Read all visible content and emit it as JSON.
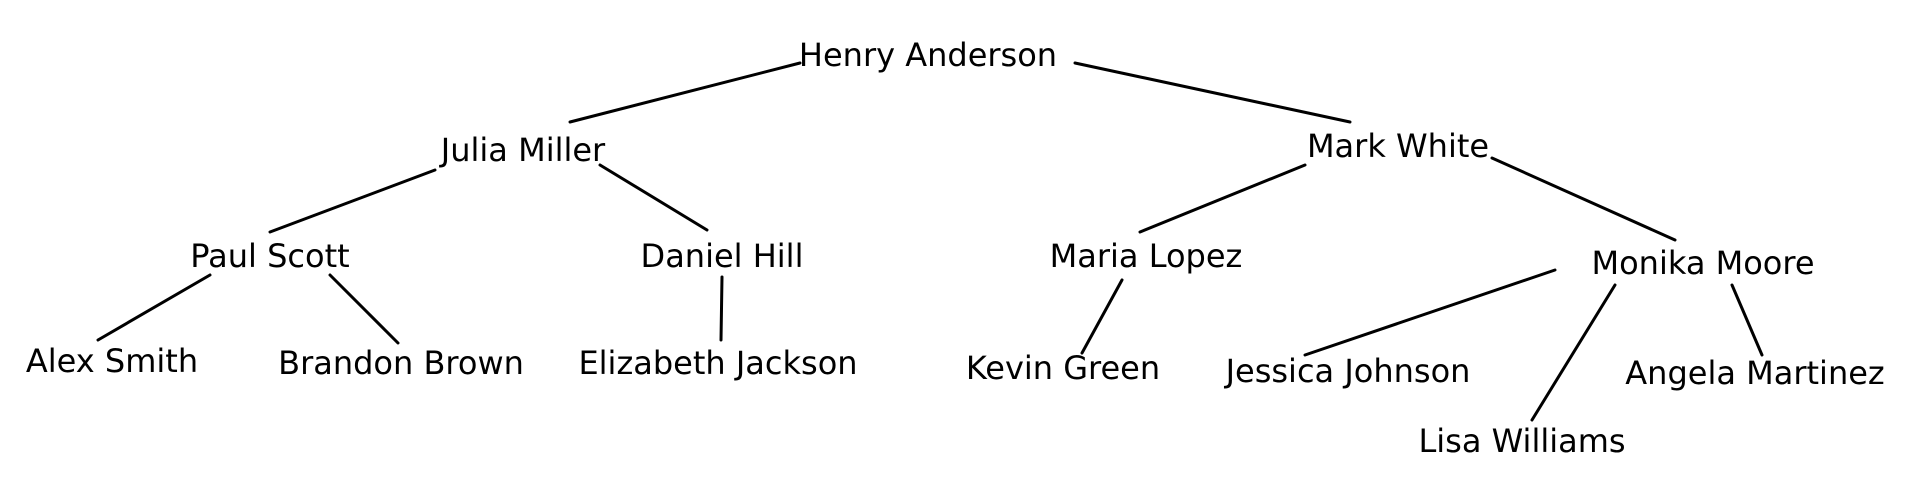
{
  "tree": {
    "root": "Henry Anderson",
    "level1": {
      "julia": "Julia Miller",
      "mark": "Mark White"
    },
    "level2": {
      "paul": "Paul Scott",
      "daniel": "Daniel Hill",
      "maria": "Maria Lopez",
      "monika": "Monika Moore"
    },
    "level3": {
      "alex": "Alex Smith",
      "brandon": "Brandon Brown",
      "elizabeth": "Elizabeth Jackson",
      "kevin": "Kevin Green",
      "jessica": "Jessica Johnson",
      "lisa": "Lisa Williams",
      "angela": "Angela Martinez"
    }
  },
  "edges": [
    [
      "root",
      "julia"
    ],
    [
      "root",
      "mark"
    ],
    [
      "julia",
      "paul"
    ],
    [
      "julia",
      "daniel"
    ],
    [
      "mark",
      "maria"
    ],
    [
      "mark",
      "monika"
    ],
    [
      "paul",
      "alex"
    ],
    [
      "paul",
      "brandon"
    ],
    [
      "daniel",
      "elizabeth"
    ],
    [
      "maria",
      "kevin"
    ],
    [
      "monika",
      "jessica"
    ],
    [
      "monika",
      "lisa"
    ],
    [
      "monika",
      "angela"
    ]
  ]
}
